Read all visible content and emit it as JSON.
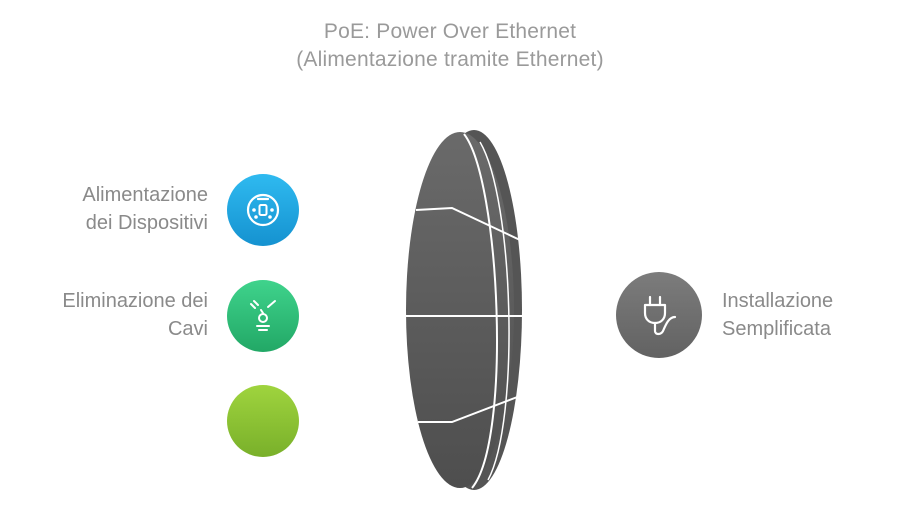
{
  "title": {
    "line1": "PoE: Power Over Ethernet",
    "line2": "(Alimentazione tramite Ethernet)"
  },
  "items": [
    {
      "label_line1": "Alimentazione",
      "label_line2": "dei Dispositivi",
      "icon": "connector-socket-icon",
      "color": "#1aa6e0"
    },
    {
      "label_line1": "Eliminazione dei",
      "label_line2": "Cavi",
      "icon": "signal-broadcast-icon",
      "color": "#2dbf78"
    },
    {
      "label_line1": "",
      "label_line2": "",
      "icon": "",
      "color": "#8cc63f"
    }
  ],
  "right_item": {
    "label_line1": "Installazione",
    "label_line2": "Semplificata",
    "icon": "power-plug-icon",
    "color": "#707070"
  },
  "colors": {
    "disc": "#5f5f5f",
    "title_text": "#9a9a9a",
    "label_text": "#8a8a8a"
  }
}
